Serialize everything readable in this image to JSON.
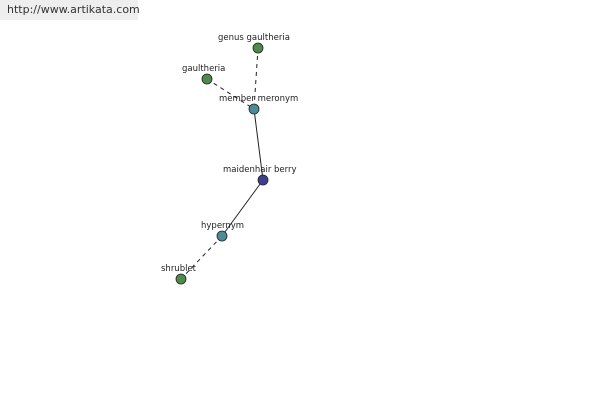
{
  "watermark": {
    "text": "http://www.artikata.com"
  },
  "graph": {
    "colors": {
      "leaf": "#4e8a4a",
      "relation": "#4d8b95",
      "center": "#3b3f8e"
    },
    "nodes": {
      "genus_gaultheria": {
        "label": "genus gaultheria",
        "kind": "leaf"
      },
      "gaultheria": {
        "label": "gaultheria",
        "kind": "leaf"
      },
      "member_meronym": {
        "label": "member meronym",
        "kind": "relation"
      },
      "maidenhair_berry": {
        "label": "maidenhair berry",
        "kind": "center"
      },
      "hypernym": {
        "label": "hypernym",
        "kind": "relation"
      },
      "shrublet": {
        "label": "shrublet",
        "kind": "leaf"
      }
    },
    "edges": [
      {
        "from": "genus_gaultheria",
        "to": "member_meronym",
        "style": "dashed"
      },
      {
        "from": "gaultheria",
        "to": "member_meronym",
        "style": "dashed"
      },
      {
        "from": "member_meronym",
        "to": "maidenhair_berry",
        "style": "solid"
      },
      {
        "from": "maidenhair_berry",
        "to": "hypernym",
        "style": "solid"
      },
      {
        "from": "hypernym",
        "to": "shrublet",
        "style": "dashed"
      }
    ]
  }
}
